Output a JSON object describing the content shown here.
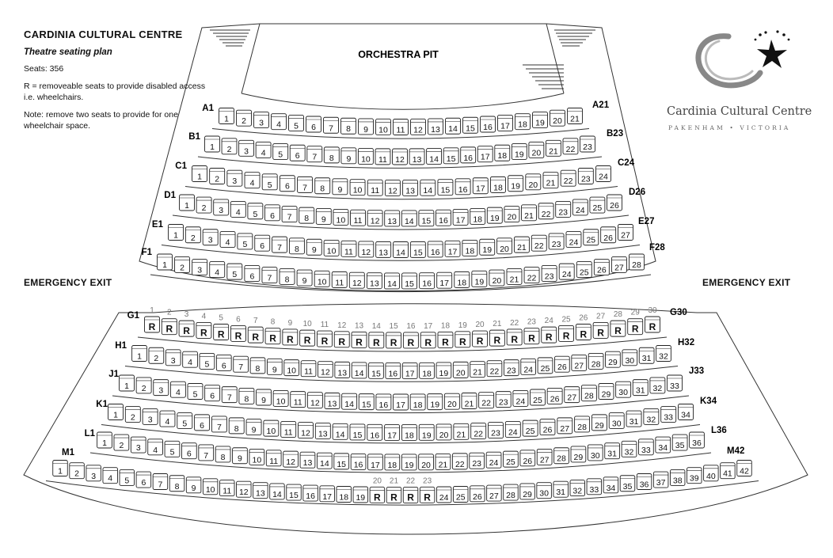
{
  "info": {
    "title": "CARDINIA CULTURAL CENTRE",
    "subtitle": "Theatre seating plan",
    "seats": "Seats: 356",
    "legend": "R = removeable seats to provide disabled access i.e. wheelchairs.",
    "note": "Note: remove two seats to provide for one wheelchair space."
  },
  "stage": {
    "label": "ORCHESTRA PIT"
  },
  "exits": {
    "left": "EMERGENCY EXIT",
    "right": "EMERGENCY EXIT"
  },
  "logo": {
    "name": "Cardinia Cultural Centre",
    "location": "PAKENHAM • VICTORIA"
  },
  "removable_symbol": "R",
  "rows": [
    {
      "row": "A",
      "seats": 21,
      "start_label": "A1",
      "end_label": "A21",
      "removable": []
    },
    {
      "row": "B",
      "seats": 23,
      "start_label": "B1",
      "end_label": "B23",
      "removable": []
    },
    {
      "row": "C",
      "seats": 24,
      "start_label": "C1",
      "end_label": "C24",
      "removable": []
    },
    {
      "row": "D",
      "seats": 26,
      "start_label": "D1",
      "end_label": "D26",
      "removable": []
    },
    {
      "row": "E",
      "seats": 27,
      "start_label": "E1",
      "end_label": "E27",
      "removable": []
    },
    {
      "row": "F",
      "seats": 28,
      "start_label": "F1",
      "end_label": "F28",
      "removable": []
    },
    {
      "row": "G",
      "seats": 30,
      "start_label": "G1",
      "end_label": "G30",
      "removable": [
        1,
        2,
        3,
        4,
        5,
        6,
        7,
        8,
        9,
        10,
        11,
        12,
        13,
        14,
        15,
        16,
        17,
        18,
        19,
        20,
        21,
        22,
        23,
        24,
        25,
        26,
        27,
        28,
        29,
        30
      ]
    },
    {
      "row": "H",
      "seats": 32,
      "start_label": "H1",
      "end_label": "H32",
      "removable": []
    },
    {
      "row": "J",
      "seats": 33,
      "start_label": "J1",
      "end_label": "J33",
      "removable": []
    },
    {
      "row": "K",
      "seats": 34,
      "start_label": "K1",
      "end_label": "K34",
      "removable": []
    },
    {
      "row": "L",
      "seats": 36,
      "start_label": "L1",
      "end_label": "L36",
      "removable": []
    },
    {
      "row": "M",
      "seats": 42,
      "start_label": "M1",
      "end_label": "M42",
      "removable": [
        20,
        21,
        22,
        23
      ]
    }
  ]
}
